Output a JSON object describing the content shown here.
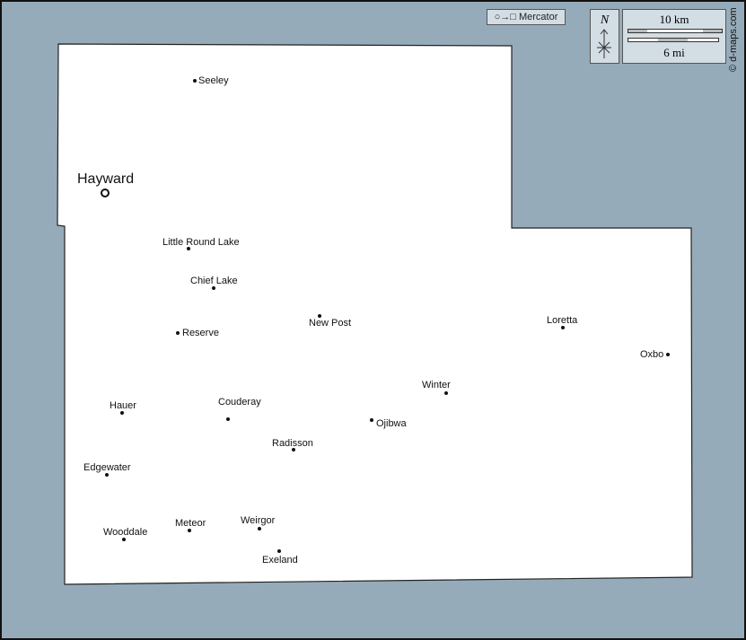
{
  "legend": {
    "projection_label": "Mercator",
    "projection_icon": "circle-to-square-icon",
    "north_label": "N",
    "scale_km": "10 km",
    "scale_mi": "6 mi",
    "copyright": "© d-maps.com"
  },
  "places": [
    {
      "name": "Hayward",
      "type": "county-seat"
    },
    {
      "name": "Seeley"
    },
    {
      "name": "Little Round Lake"
    },
    {
      "name": "Chief Lake"
    },
    {
      "name": "Reserve"
    },
    {
      "name": "New Post"
    },
    {
      "name": "Loretta"
    },
    {
      "name": "Oxbo"
    },
    {
      "name": "Winter"
    },
    {
      "name": "Hauer"
    },
    {
      "name": "Couderay"
    },
    {
      "name": "Ojibwa"
    },
    {
      "name": "Radisson"
    },
    {
      "name": "Edgewater"
    },
    {
      "name": "Meteor"
    },
    {
      "name": "Weirgor"
    },
    {
      "name": "Wooddale"
    },
    {
      "name": "Exeland"
    }
  ],
  "colors": {
    "water": "#96abba",
    "land": "#ffffff",
    "panel": "#d3dde4"
  }
}
